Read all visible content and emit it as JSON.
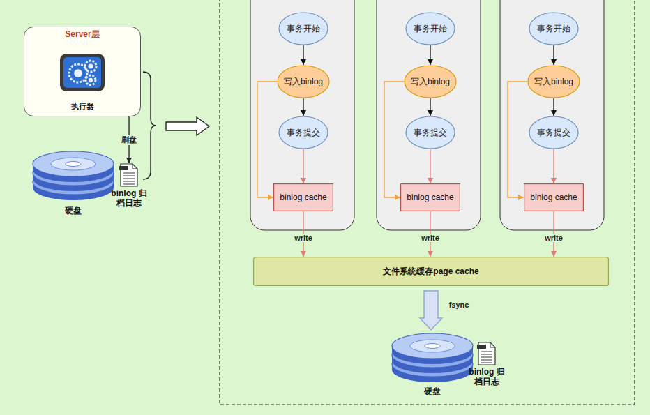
{
  "diagram": {
    "nodes": [
      {
        "text": [
          "Server层",
          "执行器"
        ]
      },
      {
        "text": [
          "硬盘"
        ]
      },
      {
        "text": [
          "binlog 归档日志"
        ]
      },
      {
        "text": [
          "事务开始"
        ]
      },
      {
        "text": [
          "写入binlog"
        ]
      },
      {
        "text": [
          "事务提交"
        ]
      },
      {
        "text": [
          "binlog cache"
        ]
      },
      {
        "text": [
          "事务开始"
        ]
      },
      {
        "text": [
          "写入binlog"
        ]
      },
      {
        "text": [
          "事务提交"
        ]
      },
      {
        "text": [
          "binlog cache"
        ]
      },
      {
        "text": [
          "事务开始"
        ]
      },
      {
        "text": [
          "写入binlog"
        ]
      },
      {
        "text": [
          "事务提交"
        ]
      },
      {
        "text": [
          "binlog cache"
        ]
      },
      {
        "text": [
          "文件系统缓存page cache"
        ]
      },
      {
        "text": [
          "硬盘"
        ]
      },
      {
        "text": [
          "binlog 归档日志"
        ]
      }
    ],
    "edges": [
      {
        "from": 0,
        "to": 2,
        "label": "刷盘",
        "arrow": "to"
      },
      {
        "from": 3,
        "to": 4,
        "arrow": "to"
      },
      {
        "from": 4,
        "to": 5,
        "arrow": "to"
      },
      {
        "from": 5,
        "to": 6,
        "arrow": "to"
      },
      {
        "from": 4,
        "to": 6,
        "arrow": "to"
      },
      {
        "from": 6,
        "to": 15,
        "label": "write",
        "arrow": "to"
      },
      {
        "from": 7,
        "to": 8,
        "arrow": "to"
      },
      {
        "from": 8,
        "to": 9,
        "arrow": "to"
      },
      {
        "from": 9,
        "to": 10,
        "arrow": "to"
      },
      {
        "from": 8,
        "to": 10,
        "arrow": "to"
      },
      {
        "from": 10,
        "to": 15,
        "label": "write",
        "arrow": "to"
      },
      {
        "from": 11,
        "to": 12,
        "arrow": "to"
      },
      {
        "from": 12,
        "to": 13,
        "arrow": "to"
      },
      {
        "from": 13,
        "to": 14,
        "arrow": "to"
      },
      {
        "from": 12,
        "to": 14,
        "arrow": "to"
      },
      {
        "from": 14,
        "to": 15,
        "label": "write",
        "arrow": "to"
      },
      {
        "from": 15,
        "to": 16,
        "label": "fsync",
        "arrow": "to"
      }
    ]
  }
}
